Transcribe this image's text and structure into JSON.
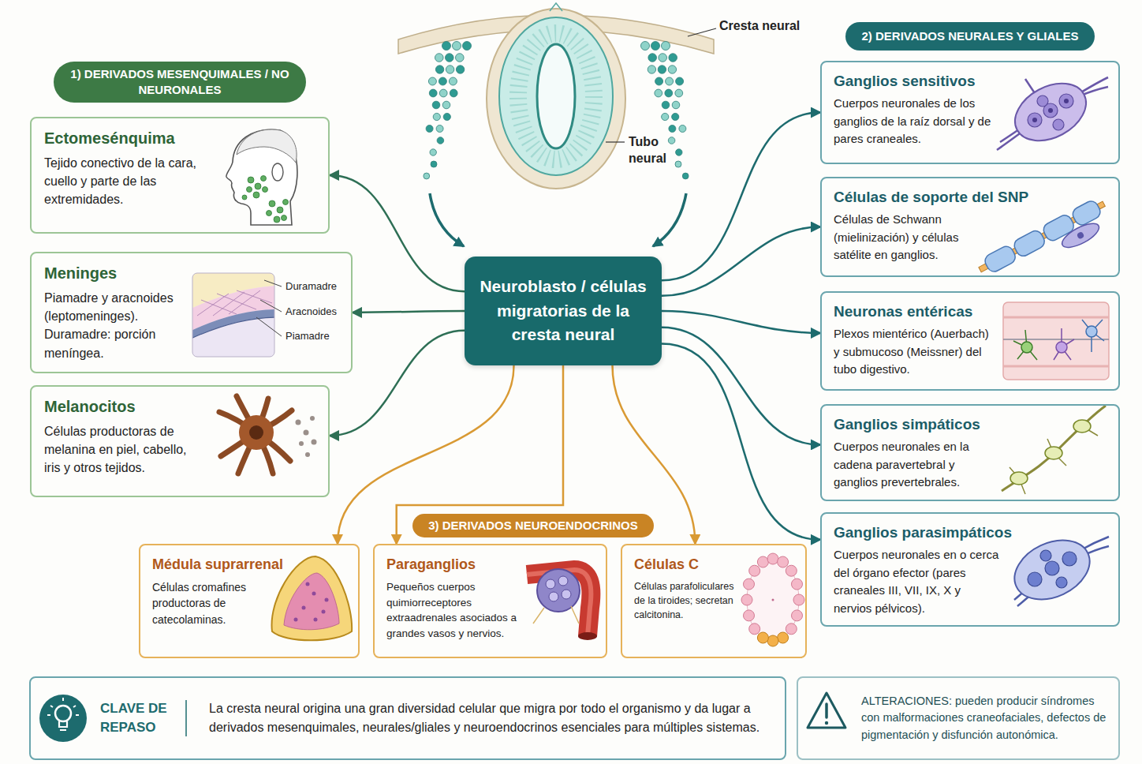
{
  "diagram": {
    "nodes": [
      {
        "text": [
          "1) DERIVADOS MESENQUIMALES / NO NEURONALES"
        ]
      },
      {
        "text": [
          "Ectomesénquima",
          "Tejido conectivo de la cara, cuello y parte de las extremidades."
        ]
      },
      {
        "text": [
          "Meninges",
          "Piamadre y aracnoides (leptomeninges). Duramadre: porción meníngea."
        ]
      },
      {
        "text": [
          "Melanocitos",
          "Células productoras de melanina en piel, cabello, iris y otros tejidos."
        ]
      },
      {
        "text": [
          "Neuroblasto / células migratorias de la cresta neural"
        ]
      },
      {
        "text": [
          "2) DERIVADOS NEURALES Y GLIALES"
        ]
      },
      {
        "text": [
          "Ganglios sensitivos",
          "Cuerpos neuronales de los ganglios de la raíz dorsal y de pares craneales."
        ]
      },
      {
        "text": [
          "Células de soporte del SNP",
          "Células de Schwann (mielinización) y células satélite en ganglios."
        ]
      },
      {
        "text": [
          "Neuronas entéricas",
          "Plexos mientérico (Auerbach) y submucoso (Meissner) del tubo digestivo."
        ]
      },
      {
        "text": [
          "Ganglios simpáticos",
          "Cuerpos neuronales en la cadena paravertebral y ganglios prevertebrales."
        ]
      },
      {
        "text": [
          "Ganglios parasimpáticos",
          "Cuerpos neuronales en o cerca del órgano efector (pares craneales III, VII, IX, X y nervios pélvicos)."
        ]
      },
      {
        "text": [
          "3) DERIVADOS NEUROENDOCRINOS"
        ]
      },
      {
        "text": [
          "Médula suprarrenal",
          "Células cromafines productoras de catecolaminas."
        ]
      },
      {
        "text": [
          "Paraganglios",
          "Pequeños cuerpos quimiorreceptores extraadrenales asociados a grandes vasos y nervios."
        ]
      },
      {
        "text": [
          "Células C",
          "Células parafoliculares de la tiroides; secretan calcitonina."
        ]
      },
      {
        "text": [
          "CLAVE DE REPASO",
          "La cresta neural origina una gran diversidad celular que migra por todo el organismo y da lugar a derivados mesenquimales, neurales/gliales y neuroendocrinos esenciales para múltiples sistemas."
        ]
      },
      {
        "text": [
          "ALTERACIONES: pueden producir síndromes con malformaciones craneofaciales, defectos de pigmentación y disfunción autonómica."
        ]
      }
    ],
    "edges": [
      {
        "from": 4,
        "to": 1,
        "arrow": "to"
      },
      {
        "from": 4,
        "to": 2,
        "arrow": "to"
      },
      {
        "from": 4,
        "to": 3,
        "arrow": "to"
      },
      {
        "from": 4,
        "to": 6,
        "arrow": "to"
      },
      {
        "from": 4,
        "to": 7,
        "arrow": "to"
      },
      {
        "from": 4,
        "to": 8,
        "arrow": "to"
      },
      {
        "from": 4,
        "to": 9,
        "arrow": "to"
      },
      {
        "from": 4,
        "to": 10,
        "arrow": "to"
      },
      {
        "from": 4,
        "to": 12,
        "arrow": "to"
      },
      {
        "from": 4,
        "to": 13,
        "arrow": "to"
      },
      {
        "from": 4,
        "to": 14,
        "arrow": "to"
      }
    ],
    "labels": [
      "Cresta neural",
      "Tubo neural",
      "Duramadre",
      "Aracnoides",
      "Piamadre"
    ]
  }
}
